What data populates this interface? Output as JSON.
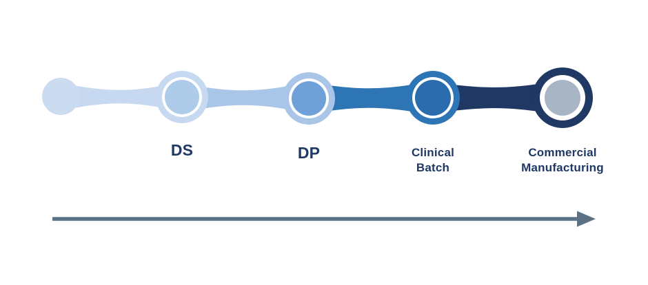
{
  "diagram": {
    "background": "#FFFFFF",
    "label_color": "#1F3864",
    "nodes": [
      {
        "label": "",
        "fill": "#CBDCF1"
      },
      {
        "label": "DS",
        "ring": "#C6D9F0",
        "inner": "#AECBEA",
        "gap": "#FFFFFF"
      },
      {
        "label": "DP",
        "ring": "#A9C6E8",
        "inner": "#6FA0D8",
        "gap": "#FFFFFF"
      },
      {
        "label": "Clinical\nBatch",
        "ring": "#2E75B6",
        "inner": "#2A6CAE",
        "gap": "#FFFFFF"
      },
      {
        "label": "Commercial\nManufacturing",
        "ring": "#1F3864",
        "inner": "#A7B5C5",
        "gap": "#FFFFFF"
      }
    ],
    "connectors": [
      {
        "color": "#C6D9F0"
      },
      {
        "color": "#A9C6E8"
      },
      {
        "color": "#2E75B6"
      },
      {
        "color": "#1F3864"
      }
    ],
    "arrow": {
      "color": "#5B7184"
    }
  }
}
